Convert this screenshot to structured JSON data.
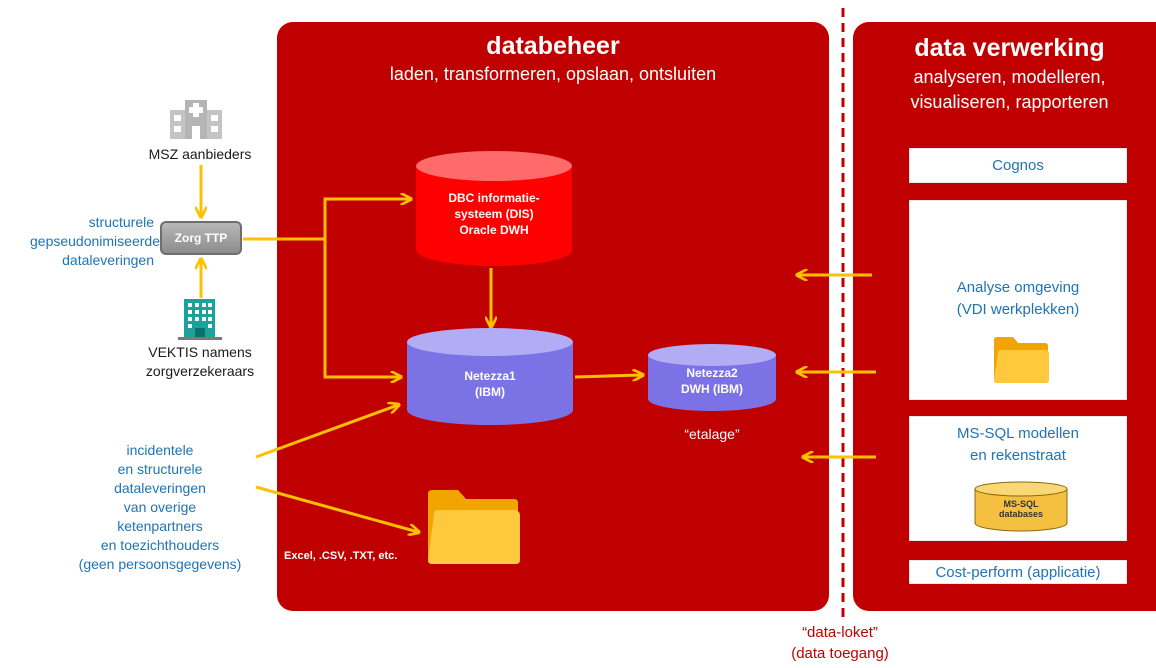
{
  "colors": {
    "panel_red": "#c00000",
    "arrow_yellow": "#ffc000",
    "label_blue": "#1f73b7",
    "oracle_red": "#ff0000",
    "netezza_purple": "#7b72e6",
    "msql_yellow": "#f5c040"
  },
  "left": {
    "msz": "MSZ aanbieders",
    "structural_lines": [
      "structurele",
      "gepseudonimiseerde",
      "dataleveringen"
    ],
    "ttp": "Zorg TTP",
    "vektis_lines": [
      "VEKTIS namens",
      "zorgverzekeraars"
    ],
    "incidental_lines": [
      "incidentele",
      "en structurele",
      "dataleveringen",
      "van overige",
      "ketenpartners",
      "en toezichthouders",
      "(geen persoonsgegevens)"
    ],
    "icons": [
      "hospital-icon",
      "office-building-icon"
    ]
  },
  "databeheer": {
    "title": "databeheer",
    "subtitle": "laden, transformeren, opslaan, ontsluiten",
    "dis_lines": [
      "DBC informatie-",
      "systeem (DIS)",
      "Oracle DWH"
    ],
    "netezza1_lines": [
      "Netezza1",
      "(IBM)"
    ],
    "netezza2_lines": [
      "Netezza2",
      "DWH (IBM)"
    ],
    "etalage": "“etalage”",
    "files_label": "Excel, .CSV, .TXT, etc."
  },
  "verwerking": {
    "title": "data verwerking",
    "subtitle_lines": [
      "analyseren, modelleren,",
      "visualiseren, rapporteren"
    ],
    "cognos": "Cognos",
    "analyse_lines": [
      "Analyse omgeving",
      "(VDI werkplekken)"
    ],
    "mssql_lines": [
      "MS-SQL modellen",
      "en rekenstraat"
    ],
    "mssql_db_lines": [
      "MS-SQL",
      "databases"
    ],
    "costperform": "Cost-perform (applicatie)"
  },
  "loket": {
    "line1": "“data-loket”",
    "line2": "(data toegang)"
  }
}
